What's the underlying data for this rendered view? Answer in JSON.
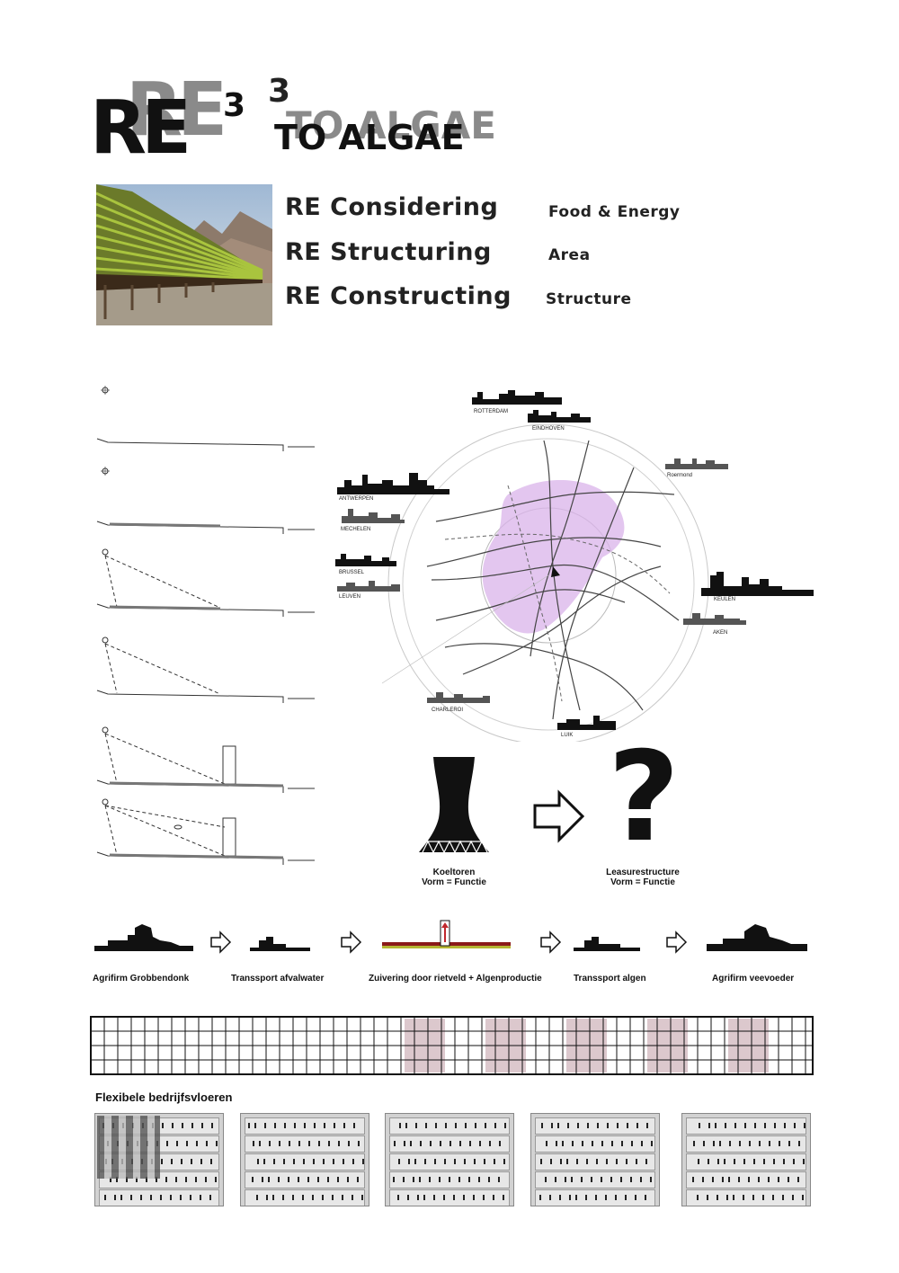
{
  "title": {
    "main": "RE",
    "superscript": "3",
    "subtitle": "TO ALGAE"
  },
  "intro": {
    "lines": [
      {
        "heading": "RE Considering",
        "topic": "Food & Energy"
      },
      {
        "heading": "RE Structuring",
        "topic": "Area"
      },
      {
        "heading": "RE Constructing",
        "topic": "Structure"
      }
    ]
  },
  "map": {
    "cities": [
      "ROTTERDAM",
      "EINDHOVEN",
      "Roermond",
      "ANTWERPEN",
      "MECHELEN",
      "BRUSSEL",
      "LEUVEN",
      "KEULEN",
      "AKEN",
      "CHARLEROI",
      "LUIK"
    ]
  },
  "transformation": {
    "left_caption_1": "Koeltoren",
    "left_caption_2": "Vorm = Functie",
    "right_symbol": "?",
    "right_caption_1": "Leasurestructure",
    "right_caption_2": "Vorm = Functie"
  },
  "process": {
    "steps": [
      "Agrifirm Grobbendonk",
      "Transsport afvalwater",
      "Zuivering door rietveld + Algenproductie",
      "Transsport algen",
      "Agrifirm veevoeder"
    ]
  },
  "floors": {
    "title": "Flexibele bedrijfsvloeren"
  },
  "colors": {
    "accent_purple": "#d9b3ea",
    "grid_highlight": "#dcc8cd",
    "algae_green": "#8fa832"
  }
}
